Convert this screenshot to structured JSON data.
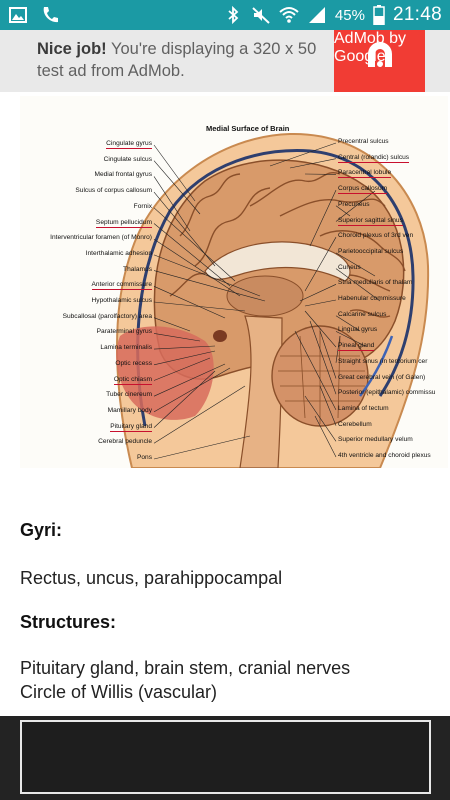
{
  "status_bar": {
    "battery": "45%",
    "time": "21:48",
    "icons": [
      "image-icon",
      "phone-icon",
      "bluetooth-icon",
      "mute-icon",
      "wifi-icon",
      "signal-icon",
      "battery-icon"
    ]
  },
  "ad": {
    "headline": "Nice job!",
    "body": " You're displaying a 320 x 50 test ad from AdMob.",
    "brand": "AdMob by Google",
    "brand_color": "#f13c34"
  },
  "figure": {
    "title": "Medial Surface of Brain",
    "labels_left": [
      "Cingulate gyrus",
      "Cingulate sulcus",
      "Medial frontal gyrus",
      "Sulcus of corpus callosum",
      "Fornix",
      "Septum pellucidum",
      "Interventricular foramen (of Monro)",
      "Interthalamic adhesion",
      "Thalamus",
      "Anterior commissure",
      "Hypothalamic sulcus",
      "Subcallosal (parolfactory) area",
      "Paraterminal gyrus",
      "Lamina terminalis",
      "Optic recess",
      "Optic chiasm",
      "Tuber cinereum",
      "Mamillary body",
      "Pituitary gland",
      "Cerebral peduncle",
      "Pons"
    ],
    "labels_right": [
      "Precentral sulcus",
      "Central (rolandic) sulcus",
      "Paracentral lobule",
      "Corpus callosum",
      "Precuneus",
      "Superior sagittal sinus",
      "Choroid plexus of 3rd ven",
      "Parietooccipital sulcus",
      "Cuneus",
      "Stria medullaris of thalam",
      "Habenular commissure",
      "Calcarine sulcus",
      "Lingual gyrus",
      "Pineal gland",
      "Straight sinus (in tentorium cer",
      "Great cerebral vein (of Galen)",
      "Posterior (epithalamic) commissu",
      "Lamina of tectum",
      "Cerebellum",
      "Superior medullary velum",
      "4th ventricle and choroid plexus"
    ],
    "underlined_left": [
      0,
      5,
      9,
      15,
      18
    ],
    "underlined_right": [
      1,
      2,
      3,
      5,
      13
    ]
  },
  "content": {
    "gyri_heading": "Gyri:",
    "gyri_text": "Rectus, uncus, parahippocampal",
    "structures_heading": "Structures:",
    "structures_line1": "Pituitary gland, brain stem, cranial nerves",
    "structures_line2": "Circle of Willis (vascular)"
  },
  "colors": {
    "status_bar": "#1b9aa4",
    "underline": "#c8102e"
  }
}
